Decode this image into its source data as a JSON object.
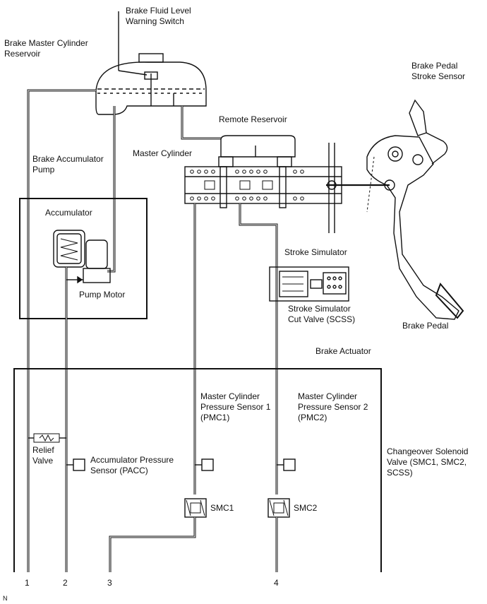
{
  "labels": {
    "brake_fluid_level_warning_switch": [
      "Brake Fluid Level",
      "Warning Switch"
    ],
    "brake_master_cylinder_reservoir": [
      "Brake Master Cylinder",
      "Reservoir"
    ],
    "brake_pedal_stroke_sensor": [
      "Brake Pedal",
      "Stroke Sensor"
    ],
    "remote_reservoir": "Remote Reservoir",
    "master_cylinder": "Master Cylinder",
    "brake_accumulator_pump": [
      "Brake Accumulator",
      "Pump"
    ],
    "accumulator": "Accumulator",
    "pump_motor": "Pump Motor",
    "stroke_simulator": "Stroke Simulator",
    "stroke_simulator_cut_valve": [
      "Stroke Simulator",
      "Cut Valve (SCSS)"
    ],
    "brake_pedal": "Brake Pedal",
    "brake_actuator": "Brake Actuator",
    "master_cylinder_pressure_sensor_1": [
      "Master Cylinder",
      "Pressure Sensor 1",
      "(PMC1)"
    ],
    "master_cylinder_pressure_sensor_2": [
      "Master Cylinder",
      "Pressure Sensor 2",
      "(PMC2)"
    ],
    "changeover_solenoid_valve": [
      "Changeover Solenoid",
      "Valve (SMC1, SMC2,",
      "SCSS)"
    ],
    "relief_valve": [
      "Relief",
      "Valve"
    ],
    "accumulator_pressure_sensor": [
      "Accumulator Pressure",
      "Sensor (PACC)"
    ],
    "smc1": "SMC1",
    "smc2": "SMC2"
  },
  "ports": [
    "1",
    "2",
    "3",
    "4"
  ],
  "corner_mark": "N",
  "colors": {
    "line": "#111111",
    "background": "#ffffff"
  }
}
